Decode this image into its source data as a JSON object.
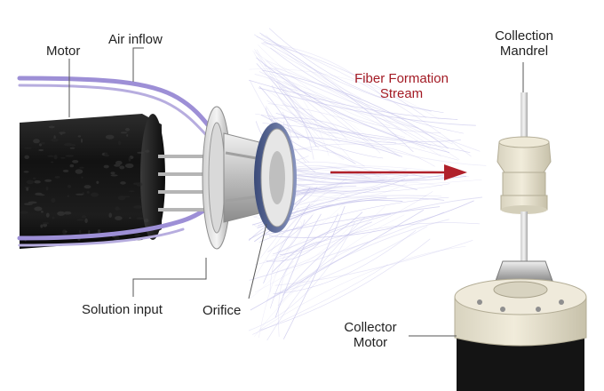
{
  "labels": {
    "motor": "Motor",
    "air_inflow": "Air inflow",
    "collection_mandrel": [
      "Collection",
      "Mandrel"
    ],
    "fiber_stream": [
      "Fiber Formation",
      "Stream"
    ],
    "solution_input": "Solution input",
    "orifice": "Orifice",
    "collector_motor": [
      "Collector",
      "Motor"
    ]
  },
  "colors": {
    "arrow": "#b0202a",
    "tubing": "#9d8fd6",
    "fibers": "#8f8ad8",
    "motor_body": "#1c1c1c",
    "collector_base": "#e6e1cf"
  },
  "icons": [
    "motor-body",
    "tubing",
    "nozzle-assembly",
    "fiber-cloud",
    "direction-arrow",
    "collection-mandrel",
    "collector-motor"
  ]
}
